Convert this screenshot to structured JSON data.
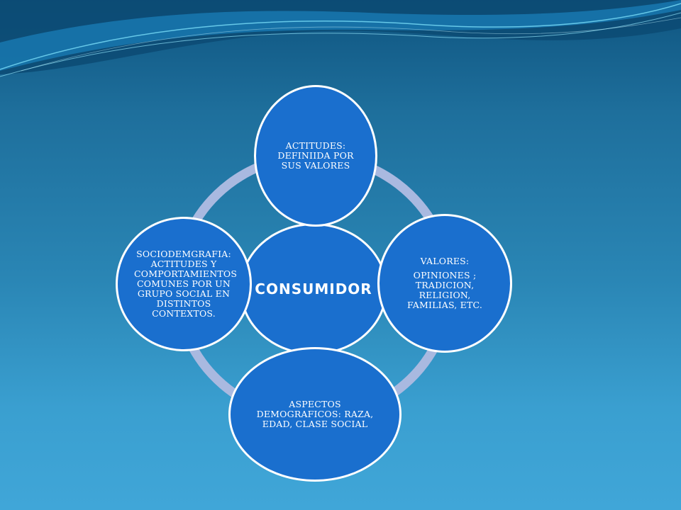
{
  "colors": {
    "node_fill": "#1a6fce",
    "node_border": "#ffffff",
    "ring": "#a9b9e0",
    "background_top": "#0f5580",
    "background_bottom": "#40a6d8"
  },
  "diagram": {
    "center": {
      "label": "CONSUMIDOR"
    },
    "nodes": {
      "top": {
        "lines": [
          "ACTITUDES:",
          "DEFINIIDA POR",
          "SUS VALORES"
        ]
      },
      "right": {
        "line1": "VALORES:",
        "line2": "OPINIONES ; TRADICION, RELIGION, FAMILIAS, ETC."
      },
      "bottom": {
        "text": "ASPECTOS DEMOGRAFICOS: RAZA, EDAD,  CLASE SOCIAL"
      },
      "left": {
        "text": "SOCIODEMGRAFIA: ACTITUDES Y COMPORTAMIENTOS COMUNES POR UN GRUPO SOCIAL EN DISTINTOS CONTEXTOS."
      }
    }
  }
}
